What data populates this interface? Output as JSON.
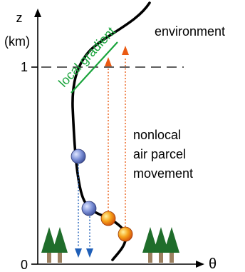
{
  "axes": {
    "y_label_line1": "z",
    "y_label_line2": "(km)",
    "x_label": "θ",
    "y_tick_1": "1",
    "y_tick_0": "0"
  },
  "labels": {
    "environment": "environment",
    "local_gradient": "local gradient",
    "nonlocal_line1": "nonlocal",
    "nonlocal_line2": "air parcel",
    "nonlocal_line3": "movement"
  },
  "colors": {
    "green": "#1aa43c",
    "blue_arrow": "#1f5fb8",
    "orange_arrow": "#ea5a12",
    "tree_green": "#1f6d2b",
    "trunk": "#9b8060"
  }
}
